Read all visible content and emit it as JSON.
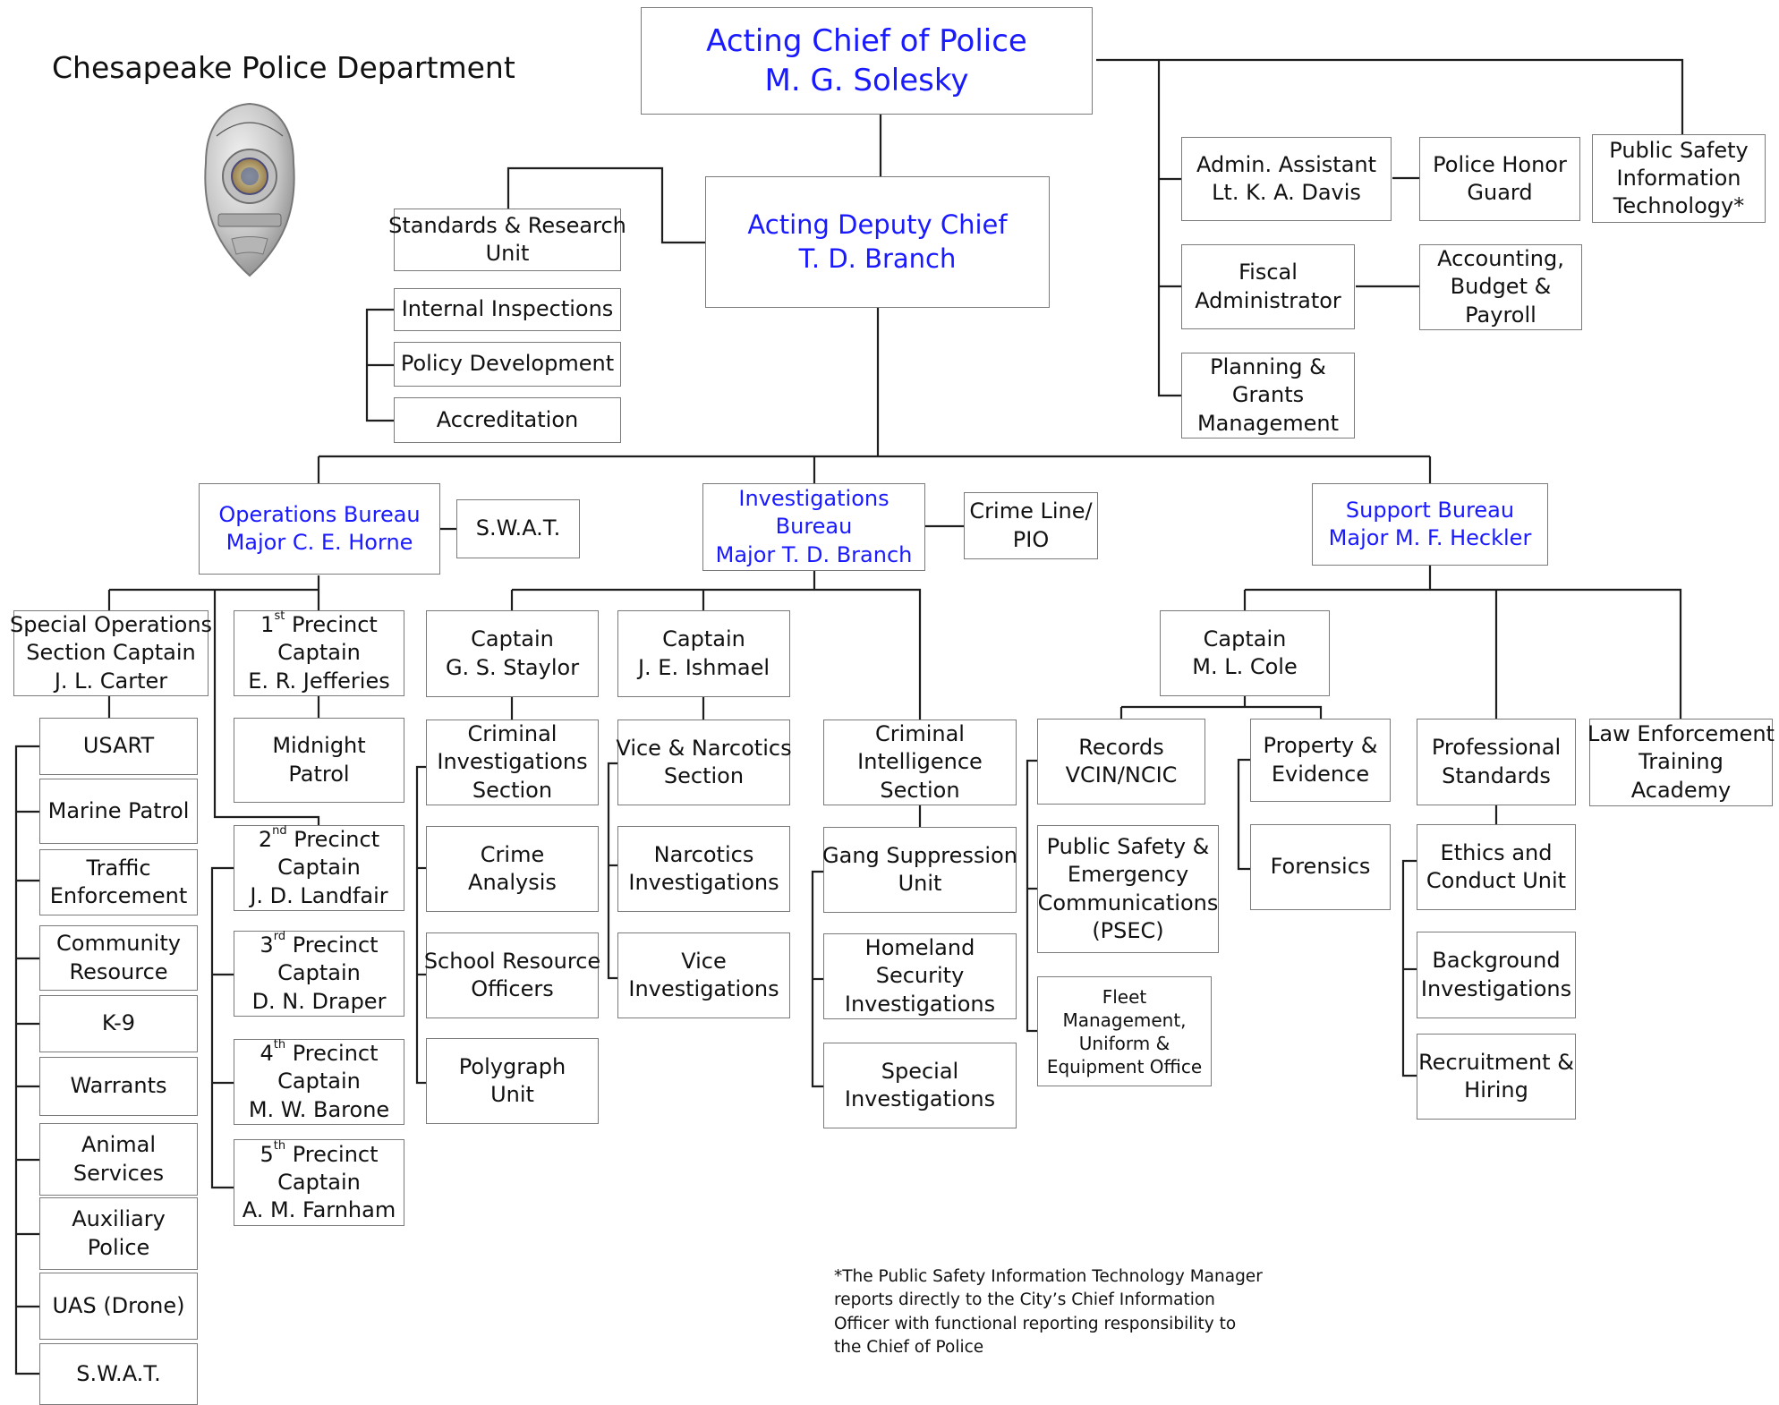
{
  "title": "Chesapeake Police Department",
  "chief": {
    "line1": "Acting Chief of Police",
    "line2": "M. G. Solesky"
  },
  "deputy": {
    "line1": "Acting Deputy Chief",
    "line2": "T. D. Branch"
  },
  "staff": {
    "admin_assistant": {
      "line1": "Admin. Assistant",
      "line2": "Lt. K. A. Davis"
    },
    "honor_guard": {
      "line1": "Police Honor",
      "line2": "Guard"
    },
    "psit": {
      "line1": "Public Safety",
      "line2": "Information",
      "line3": "Technology*"
    },
    "fiscal": {
      "line1": "Fiscal",
      "line2": "Administrator"
    },
    "accounting": {
      "line1": "Accounting,",
      "line2": "Budget &",
      "line3": "Payroll"
    },
    "planning": {
      "line1": "Planning &",
      "line2": "Grants",
      "line3": "Management"
    }
  },
  "standards_research": {
    "line1": "Standards & Research",
    "line2": "Unit"
  },
  "internal_inspections": "Internal Inspections",
  "policy_development": "Policy Development",
  "accreditation": "Accreditation",
  "operations": {
    "bureau": {
      "line1": "Operations Bureau",
      "line2": "Major C. E. Horne"
    },
    "swat": "S.W.A.T.",
    "special_ops": {
      "line1": "Special Operations",
      "line2": "Section Captain",
      "line3": "J. L. Carter"
    },
    "special_units": [
      "USART",
      "Marine Patrol",
      "Traffic|Enforcement",
      "Community|Resource",
      "K-9",
      "Warrants",
      "Animal|Services",
      "Auxiliary|Police",
      "UAS (Drone)",
      "S.W.A.T."
    ],
    "precinct1": {
      "num": "1",
      "sup": "st",
      "word": "Precinct",
      "line2": "Captain",
      "line3": "E. R. Jefferies"
    },
    "midnight": {
      "line1": "Midnight",
      "line2": "Patrol"
    },
    "precinct2": {
      "num": "2",
      "sup": "nd",
      "word": "Precinct",
      "line2": "Captain",
      "line3": "J. D. Landfair"
    },
    "precinct3": {
      "num": "3",
      "sup": "rd",
      "word": "Precinct",
      "line2": "Captain",
      "line3": "D. N. Draper"
    },
    "precinct4": {
      "num": "4",
      "sup": "th",
      "word": "Precinct",
      "line2": "Captain",
      "line3": "M. W. Barone"
    },
    "precinct5": {
      "num": "5",
      "sup": "th",
      "word": "Precinct",
      "line2": "Captain",
      "line3": "A. M. Farnham"
    }
  },
  "investigations": {
    "bureau": {
      "line1": "Investigations",
      "line2": "Bureau",
      "line3": "Major T. D. Branch"
    },
    "crime_line": {
      "line1": "Crime Line/",
      "line2": "PIO"
    },
    "staylor": {
      "line1": "Captain",
      "line2": "G. S. Staylor"
    },
    "ishmael": {
      "line1": "Captain",
      "line2": "J. E. Ishmael"
    },
    "cis": {
      "line1": "Criminal",
      "line2": "Investigations",
      "line3": "Section"
    },
    "crime_analysis": {
      "line1": "Crime",
      "line2": "Analysis"
    },
    "sro": {
      "line1": "School Resource",
      "line2": "Officers"
    },
    "polygraph": {
      "line1": "Polygraph",
      "line2": "Unit"
    },
    "vice_narcotics": {
      "line1": "Vice & Narcotics",
      "line2": "Section"
    },
    "narcotics_inv": {
      "line1": "Narcotics",
      "line2": "Investigations"
    },
    "vice_inv": {
      "line1": "Vice",
      "line2": "Investigations"
    },
    "intel": {
      "line1": "Criminal",
      "line2": "Intelligence",
      "line3": "Section"
    },
    "gang": {
      "line1": "Gang Suppression",
      "line2": "Unit"
    },
    "homeland": {
      "line1": "Homeland",
      "line2": "Security",
      "line3": "Investigations"
    },
    "special_inv": {
      "line1": "Special",
      "line2": "Investigations"
    }
  },
  "support": {
    "bureau": {
      "line1": "Support Bureau",
      "line2": "Major M. F. Heckler"
    },
    "cole": {
      "line1": "Captain",
      "line2": "M. L. Cole"
    },
    "records": {
      "line1": "Records",
      "line2": "VCIN/NCIC"
    },
    "psec": {
      "line1": "Public Safety &",
      "line2": "Emergency",
      "line3": "Communications",
      "line4": "(PSEC)"
    },
    "fleet": {
      "line1": "Fleet",
      "line2": "Management,",
      "line3": "Uniform &",
      "line4": "Equipment Office"
    },
    "property": {
      "line1": "Property &",
      "line2": "Evidence"
    },
    "forensics": "Forensics",
    "prof_standards": {
      "line1": "Professional",
      "line2": "Standards"
    },
    "ethics": {
      "line1": "Ethics and",
      "line2": "Conduct Unit"
    },
    "background": {
      "line1": "Background",
      "line2": "Investigations"
    },
    "recruitment": {
      "line1": "Recruitment &",
      "line2": "Hiring"
    },
    "academy": {
      "line1": "Law Enforcement",
      "line2": "Training",
      "line3": "Academy"
    }
  },
  "footnote": "*The Public Safety Information Technology Manager reports directly to the City’s Chief Information Officer with functional reporting responsibility to the Chief of Police"
}
